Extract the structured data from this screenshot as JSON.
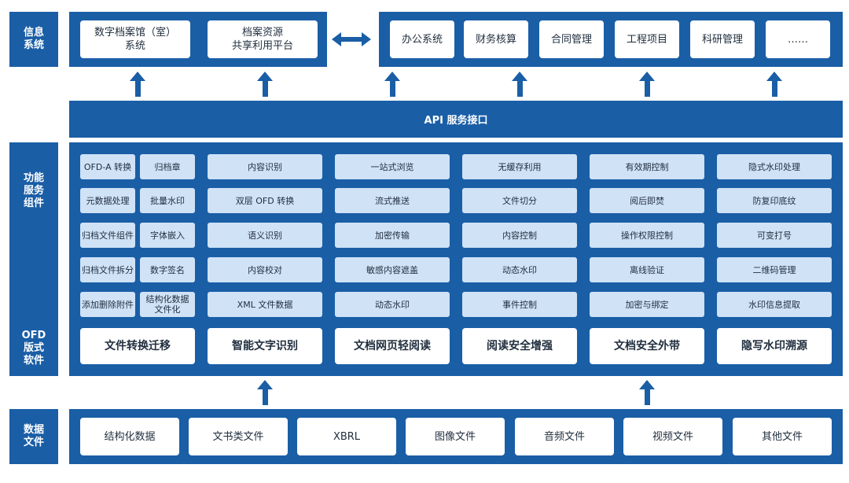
{
  "info_system": {
    "label": "信息\n系统",
    "archive_apps": [
      "数字档案馆（室）\n系统",
      "档案资源\n共享利用平台"
    ],
    "business_apps": [
      "办公系统",
      "财务核算",
      "合同管理",
      "工程项目",
      "科研管理",
      "……"
    ],
    "exchange_icon": "double-arrow-icon"
  },
  "api": {
    "label": "API 服务接口"
  },
  "functional": {
    "label": "功能\n服务\n组件",
    "software_label": "OFD\n版式\n软件",
    "columns": [
      {
        "items": [
          "内容识别",
          "双层 OFD 转换",
          "语义识别",
          "内容校对",
          "XML 文件数据"
        ],
        "footer": "智能文字识别"
      },
      {
        "items": [
          "一站式浏览",
          "流式推送",
          "加密传输",
          "敏感内容遮盖",
          "动态水印"
        ],
        "footer": "文档网页轻阅读"
      },
      {
        "items": [
          "无缓存利用",
          "文件切分",
          "内容控制",
          "动态水印",
          "事件控制"
        ],
        "footer": "阅读安全增强"
      },
      {
        "items": [
          "有效期控制",
          "阅后即焚",
          "操作权限控制",
          "离线验证",
          "加密与绑定"
        ],
        "footer": "文档安全外带"
      },
      {
        "items": [
          "隐式水印处理",
          "防复印底纹",
          "可变打号",
          "二维码管理",
          "水印信息提取"
        ],
        "footer": "隐写水印溯源"
      }
    ],
    "first_column": {
      "pairs": [
        [
          "OFD-A 转换",
          "归档章"
        ],
        [
          "元数据处理",
          "批量水印"
        ],
        [
          "归档文件组件",
          "字体嵌入"
        ],
        [
          "归档文件拆分",
          "数字签名"
        ],
        [
          "添加删除附件",
          "结构化数据\n文件化"
        ]
      ],
      "footer": "文件转换迁移"
    }
  },
  "data_files": {
    "label": "数据\n文件",
    "items": [
      "结构化数据",
      "文书类文件",
      "XBRL",
      "图像文件",
      "音频文件",
      "视频文件",
      "其他文件"
    ]
  },
  "colors": {
    "primary": "#1a5ea6",
    "light_box": "#cfe2f6",
    "white_box": "#ffffff"
  }
}
